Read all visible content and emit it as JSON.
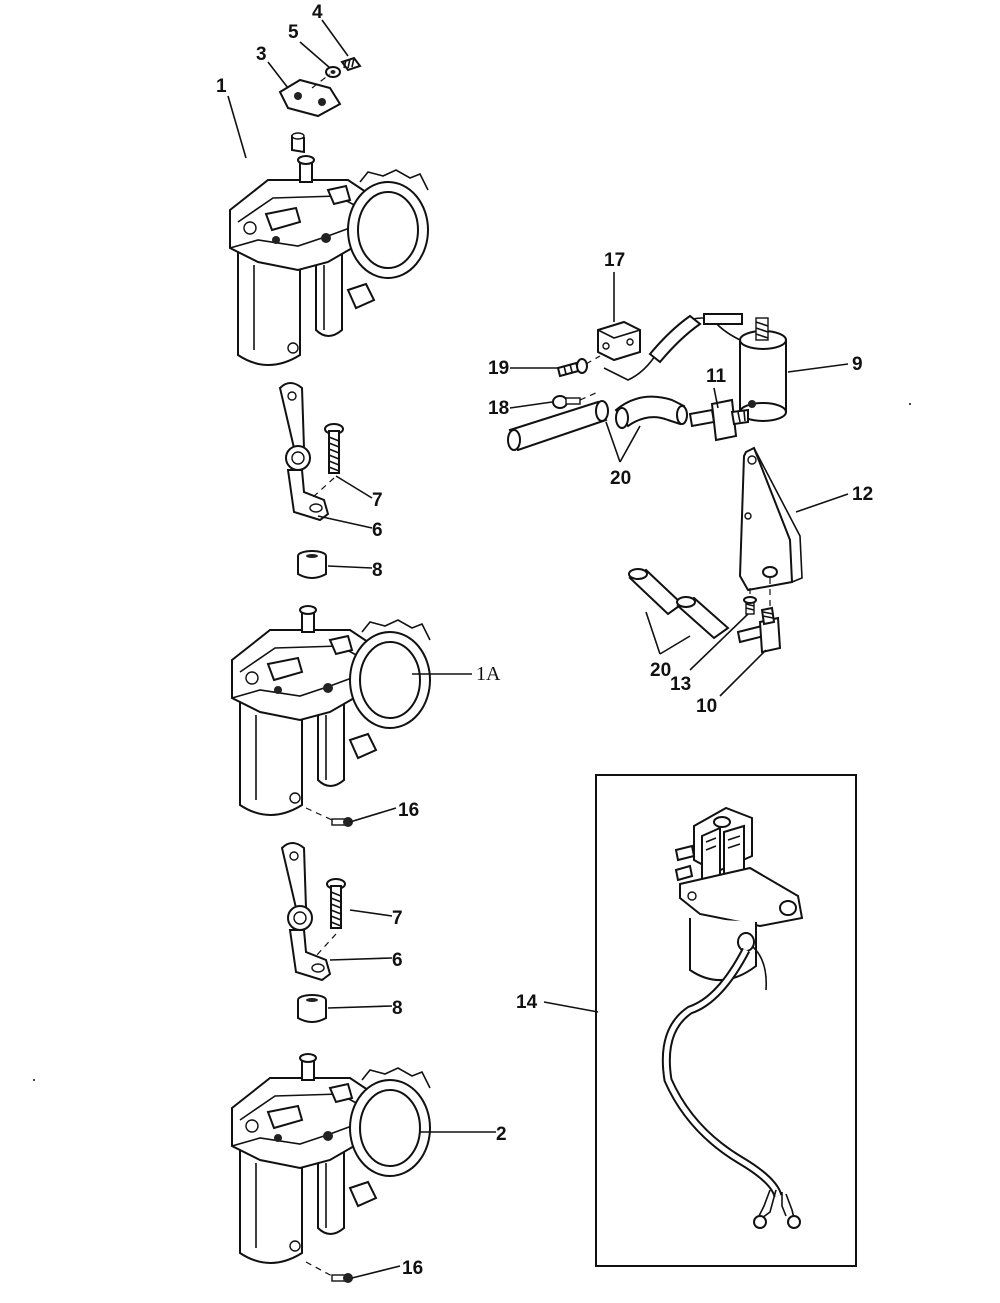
{
  "callouts": {
    "c1": "1",
    "c1a": "1A",
    "c2": "2",
    "c3": "3",
    "c4": "4",
    "c5": "5",
    "c6a": "6",
    "c6b": "6",
    "c7a": "7",
    "c7b": "7",
    "c8a": "8",
    "c8b": "8",
    "c9": "9",
    "c10": "10",
    "c11": "11",
    "c12": "12",
    "c13": "13",
    "c14": "14",
    "c16a": "16",
    "c16b": "16",
    "c17": "17",
    "c18": "18",
    "c19": "19",
    "c20a": "20",
    "c20b": "20"
  },
  "icons": {
    "carburetor": "carburetor-icon",
    "solenoid": "solenoid-icon",
    "fuel_pump": "fuel-pump-icon",
    "bracket": "bracket-icon",
    "hose": "hose-icon",
    "screw": "screw-icon",
    "fitting": "elbow-fitting-icon",
    "link": "throttle-link-icon",
    "spacer": "spacer-icon"
  }
}
